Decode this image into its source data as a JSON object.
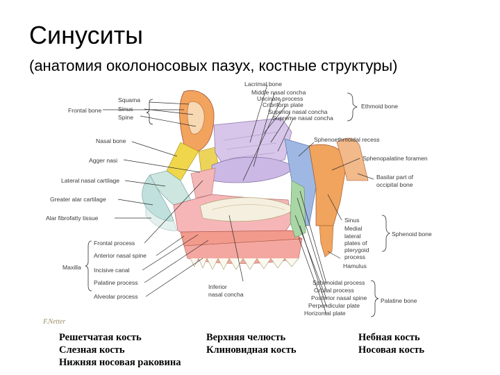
{
  "slide": {
    "title": "Синуситы",
    "subtitle": "(анатомия околоносовых пазух, костные структуры)"
  },
  "figure": {
    "labels": {
      "lacrimal_bone": "Lacrimal bone",
      "middle_nasal_concha": "Middle nasal concha",
      "uncinate_process": "Uncinate process",
      "cribriform_plate": "Cribriform plate",
      "superior_nasal_concha": "Superior nasal concha",
      "supreme_nasal_concha": "Supreme nasal concha",
      "ethmoid_bone": "Ethmoid bone",
      "squama": "Squama",
      "sinus": "Sinus",
      "spine": "Spine",
      "frontal_bone": "Frontal bone",
      "nasal_bone": "Nasal bone",
      "agger_nasi": "Agger nasi",
      "lateral_nasal_cartilage": "Lateral nasal cartilage",
      "greater_alar_cartilage": "Greater alar cartilage",
      "alar_fibrofatty_tissue": "Alar fibrofatty tissue",
      "frontal_process": "Frontal process",
      "anterior_nasal_spine": "Anterior nasal spine",
      "incisive_canal": "Incisive canal",
      "palatine_process": "Palatine process",
      "alveolar_process": "Alveolar process",
      "maxilla": "Maxilla",
      "inferior_nasal_concha_1": "Inferior",
      "inferior_nasal_concha_2": "nasal concha",
      "sphenoethmoidal_recess": "Sphenoethmoidal recess",
      "sphenopalatine_foramen": "Sphenopalatine foramen",
      "basilar_part_1": "Basilar part of",
      "basilar_part_2": "occipital bone",
      "sinus_right": "Sinus",
      "medial": "Medial",
      "lateral_plates_1": "lateral",
      "lateral_plates_2": "plates of",
      "lateral_plates_3": "pterygoid",
      "lateral_plates_4": "process",
      "hamulus": "Hamulus",
      "sphenoid_bone": "Sphenoid bone",
      "sphenoidal_process": "Sphenoidal process",
      "orbital_process": "Orbital process",
      "posterior_nasal_spine": "Posterior nasal spine",
      "perpendicular_plate": "Perpendicular plate",
      "horizontal_plate": "Horizontal plate",
      "palatine_bone": "Palatine bone",
      "signature": "F.Netter"
    }
  },
  "legend": {
    "col1": [
      "Решетчатая кость",
      "Слезная кость",
      "Нижняя носовая раковина"
    ],
    "col2": [
      "Верхняя челюсть",
      "Клиновидная кость"
    ],
    "col3": [
      "Небная кость",
      "Носовая кость"
    ]
  }
}
